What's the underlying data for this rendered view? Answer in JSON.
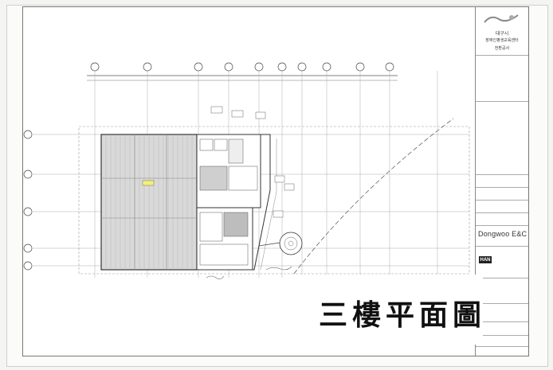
{
  "document": {
    "title_overlay": "三樓平面圖"
  },
  "title_block": {
    "client_line1": "대구시",
    "client_line2": "장애인평생교육센터",
    "client_line3": "전환공사",
    "firm_name": "Dongwoo E&C",
    "firm_logo_text": "HAN"
  }
}
